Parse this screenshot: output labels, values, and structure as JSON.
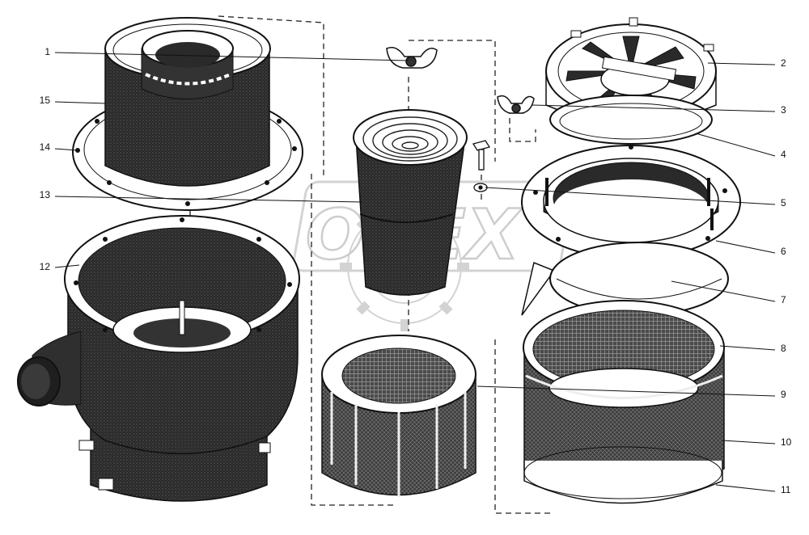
{
  "diagram": {
    "watermark": "OREX",
    "callouts": [
      "1",
      "2",
      "3",
      "4",
      "5",
      "6",
      "7",
      "8",
      "9",
      "10",
      "11",
      "12",
      "13",
      "14",
      "15"
    ]
  },
  "colors": {
    "ink": "#1a1a1a",
    "dark": "#2b2b2b",
    "paper": "#ffffff",
    "watermark": "#d4d4d4"
  }
}
